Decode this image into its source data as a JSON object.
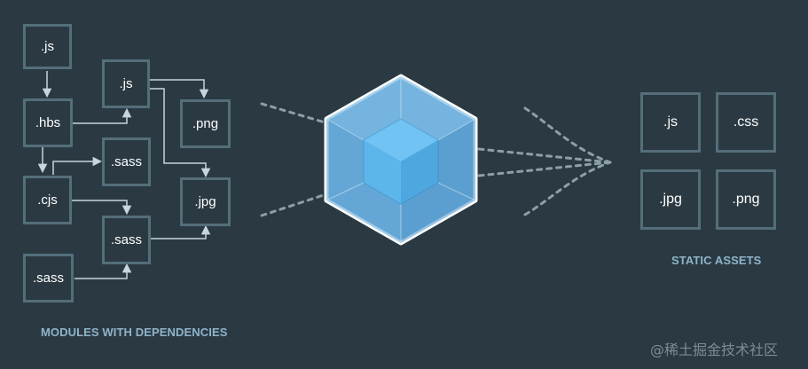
{
  "modules": {
    "items": [
      {
        "label": ".js"
      },
      {
        "label": ".js"
      },
      {
        "label": ".hbs"
      },
      {
        "label": ".png"
      },
      {
        "label": ".sass"
      },
      {
        "label": ".cjs"
      },
      {
        "label": ".jpg"
      },
      {
        "label": ".sass"
      },
      {
        "label": ".sass"
      }
    ],
    "caption": "MODULES WITH DEPENDENCIES"
  },
  "assets": {
    "items": [
      {
        "label": ".js"
      },
      {
        "label": ".css"
      },
      {
        "label": ".jpg"
      },
      {
        "label": ".png"
      }
    ],
    "caption": "STATIC ASSETS"
  },
  "watermark": "@稀土掘金技术社区",
  "colors": {
    "background": "#2b3a42",
    "box_border": "#546e7a",
    "connector": "#c7d6de",
    "caption": "#8fb3cb",
    "cube_outer": "#8ed6fb",
    "cube_inner": "#1c78c0"
  }
}
